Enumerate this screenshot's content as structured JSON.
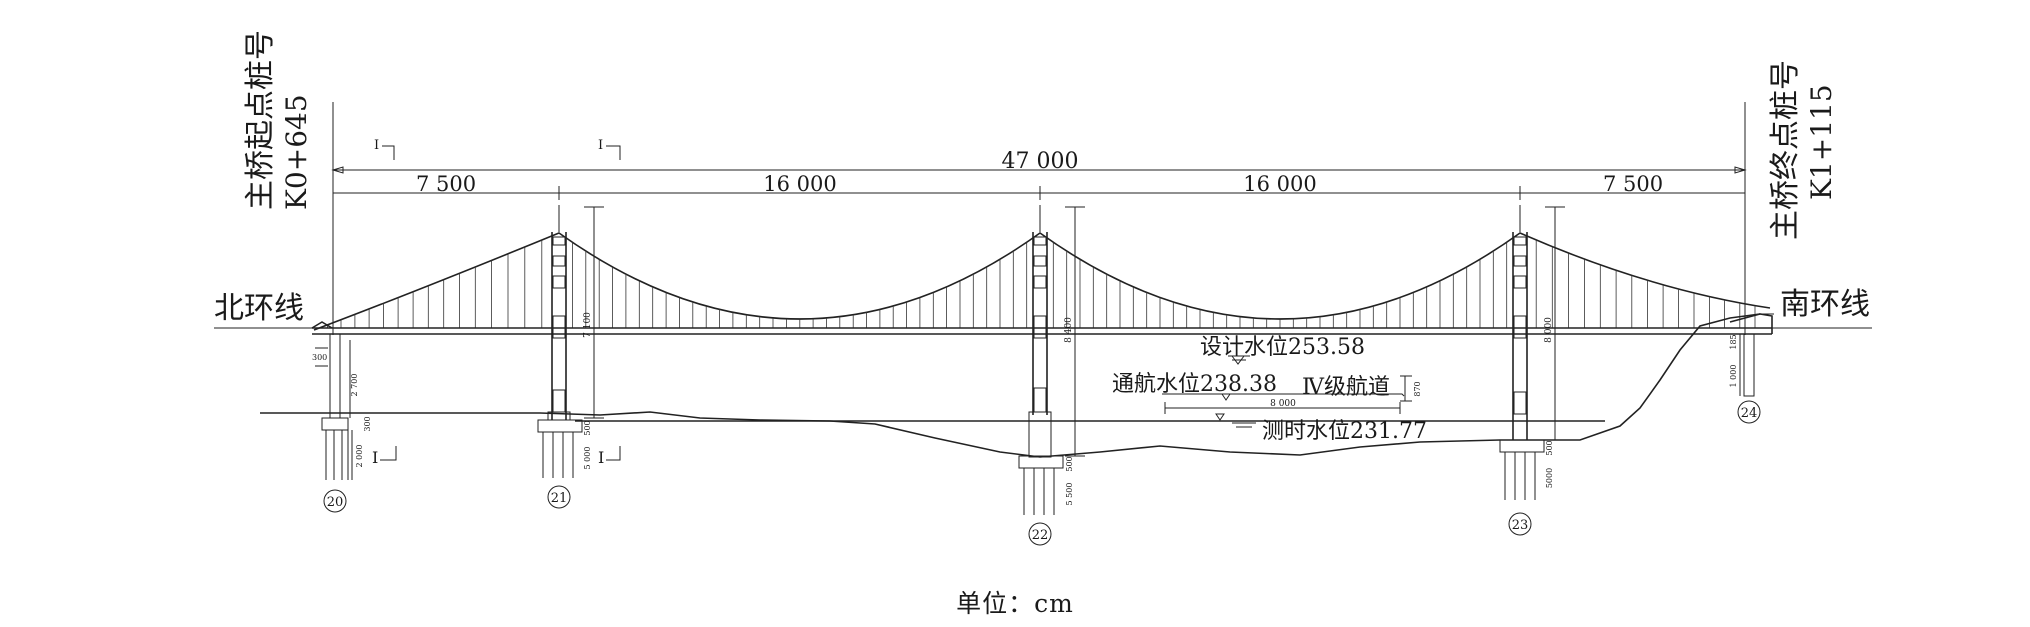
{
  "labels": {
    "start_station": "主桥起点桩号",
    "start_km": "K0+645",
    "end_station": "主桥终点桩号",
    "end_km": "K1+115",
    "north_road": "北环线",
    "south_road": "南环线",
    "design_water": "设计水位253.58",
    "nav_water": "通航水位238.38",
    "channel_class": "Ⅳ级航道",
    "measured_water": "测时水位231.77",
    "unit": "单位：cm",
    "section_mark": "I"
  },
  "dimensions": {
    "total": "47 000",
    "spans": [
      "7 500",
      "16 000",
      "16 000",
      "7 500"
    ],
    "tower_heights": [
      "7 100",
      "8 400",
      "8 000"
    ],
    "channel_width": "8 000",
    "channel_height": "870",
    "abut20_top": "300",
    "abut20_col": "2 700",
    "abut20_cap": "300",
    "abut20_pile": "2 000",
    "pier21_cap": "500",
    "pier21_pile": "5 000",
    "pier22_cap": "500",
    "pier22_pile": "5 500",
    "pier23_cap": "500",
    "pier23_pile": "5000",
    "abut24_top": "185",
    "abut24_col": "1 000"
  },
  "piers": [
    "20",
    "21",
    "22",
    "23",
    "24"
  ]
}
